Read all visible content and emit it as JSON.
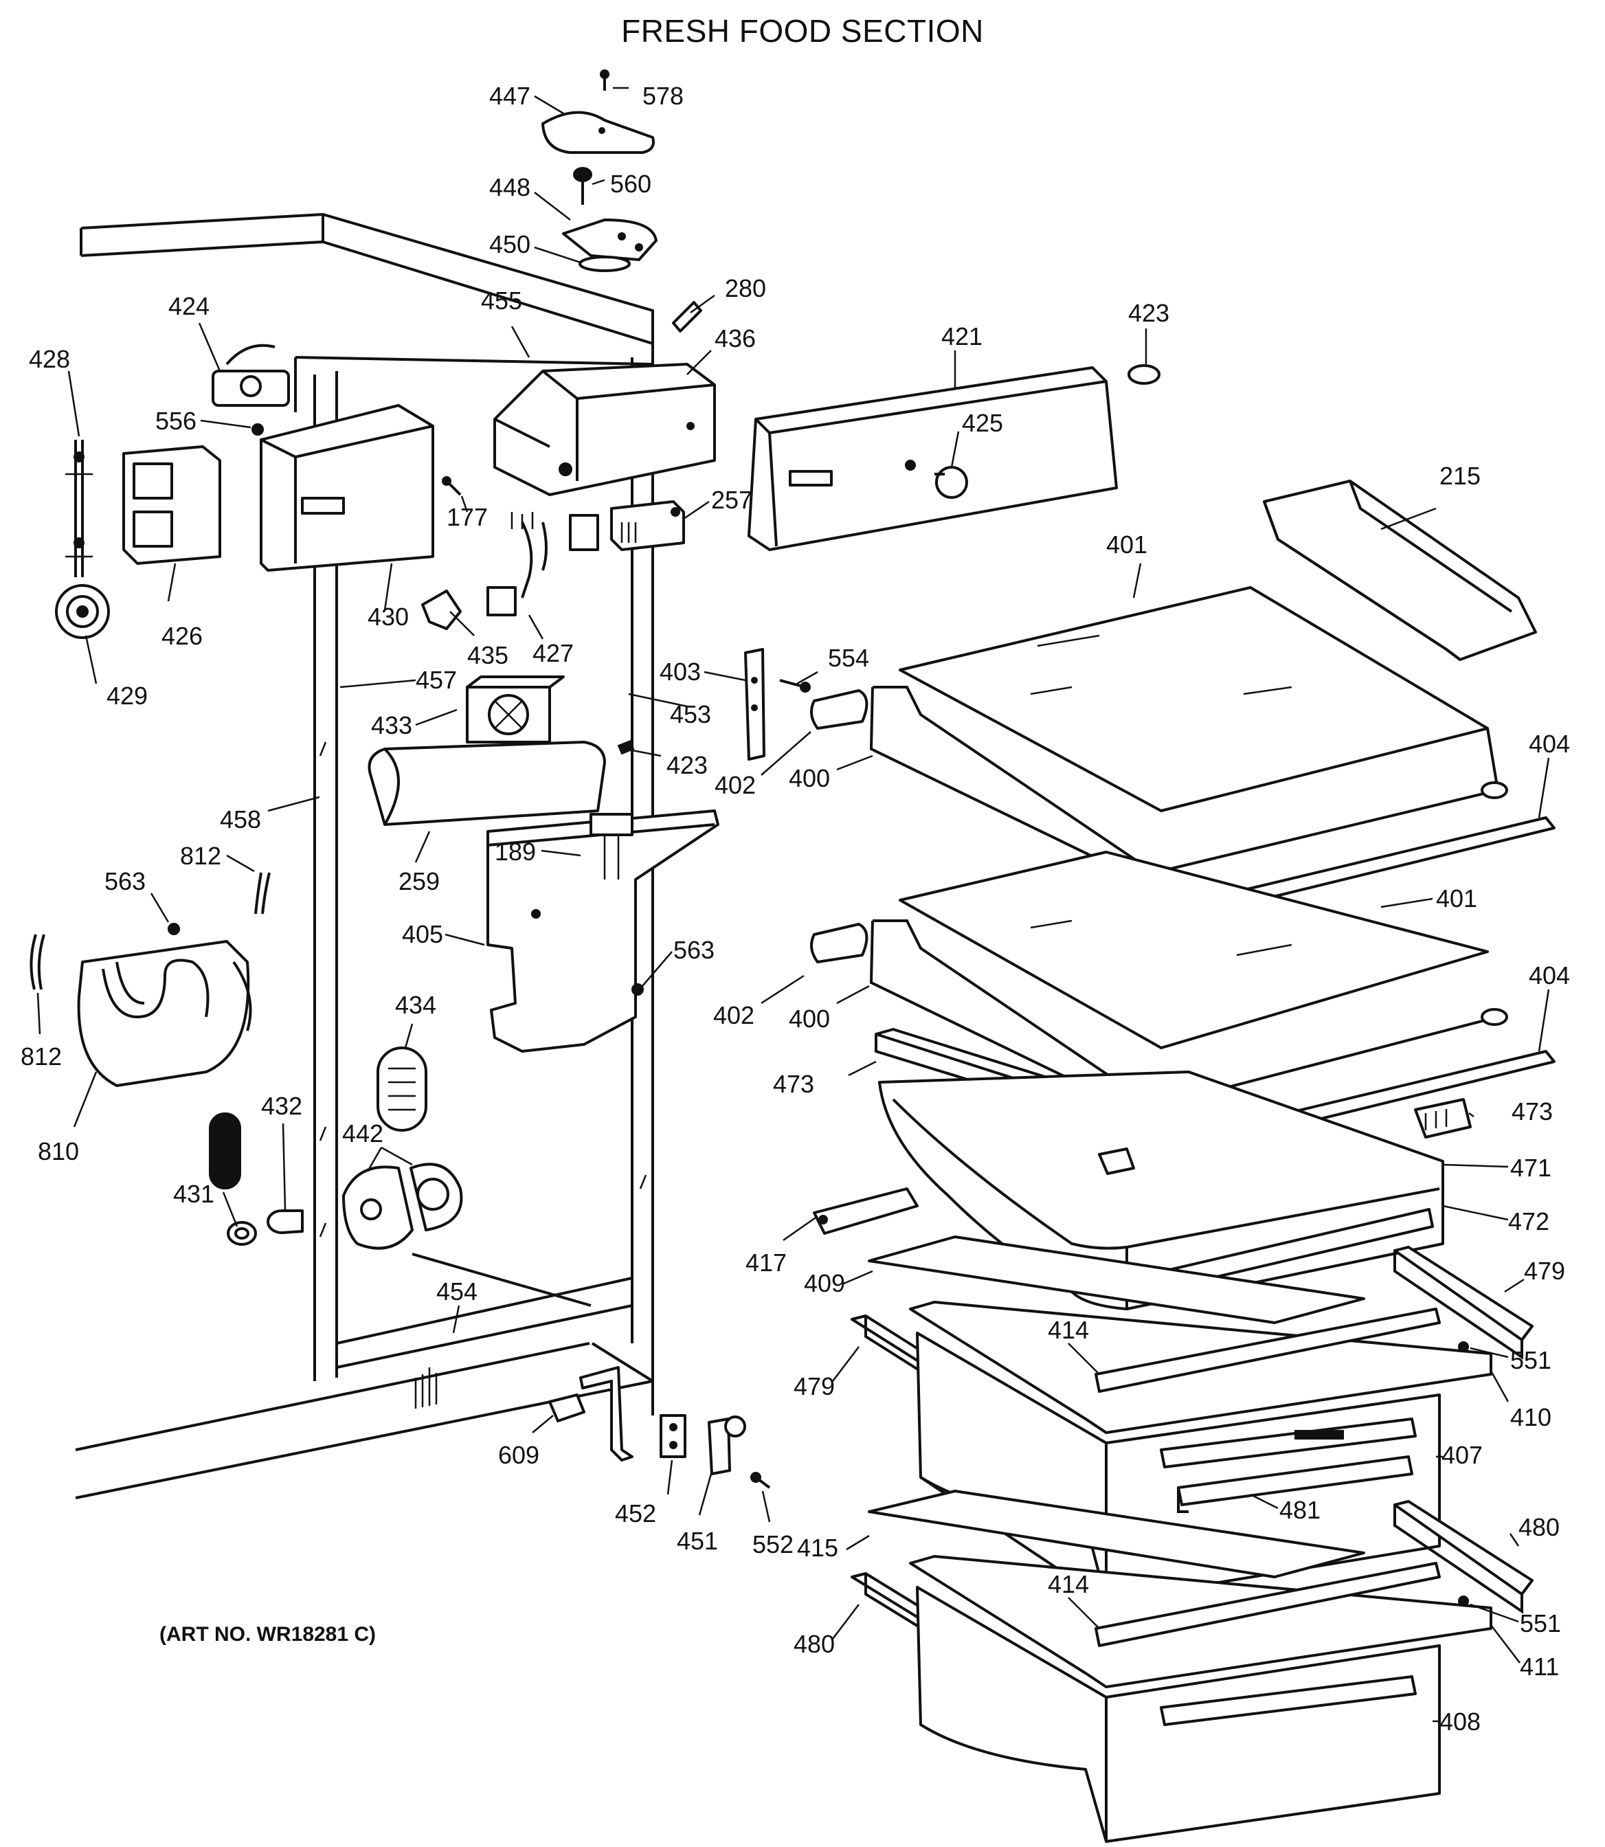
{
  "title": "FRESH FOOD SECTION",
  "art_number": "(ART NO. WR18281 C)",
  "callouts": [
    {
      "id": "c447",
      "text": "447"
    },
    {
      "id": "c578",
      "text": "578"
    },
    {
      "id": "c448",
      "text": "448"
    },
    {
      "id": "c560",
      "text": "560"
    },
    {
      "id": "c450",
      "text": "450"
    },
    {
      "id": "c280",
      "text": "280"
    },
    {
      "id": "c455",
      "text": "455"
    },
    {
      "id": "c436",
      "text": "436"
    },
    {
      "id": "c421",
      "text": "421"
    },
    {
      "id": "c423a",
      "text": "423"
    },
    {
      "id": "c424",
      "text": "424"
    },
    {
      "id": "c428",
      "text": "428"
    },
    {
      "id": "c556",
      "text": "556"
    },
    {
      "id": "c425",
      "text": "425"
    },
    {
      "id": "c215",
      "text": "215"
    },
    {
      "id": "c177",
      "text": "177"
    },
    {
      "id": "c257",
      "text": "257"
    },
    {
      "id": "c401a",
      "text": "401"
    },
    {
      "id": "c426",
      "text": "426"
    },
    {
      "id": "c430",
      "text": "430"
    },
    {
      "id": "c435",
      "text": "435"
    },
    {
      "id": "c427",
      "text": "427"
    },
    {
      "id": "c429",
      "text": "429"
    },
    {
      "id": "c457",
      "text": "457"
    },
    {
      "id": "c403",
      "text": "403"
    },
    {
      "id": "c554",
      "text": "554"
    },
    {
      "id": "c453",
      "text": "453"
    },
    {
      "id": "c433",
      "text": "433"
    },
    {
      "id": "c423b",
      "text": "423"
    },
    {
      "id": "c402a",
      "text": "402"
    },
    {
      "id": "c400a",
      "text": "400"
    },
    {
      "id": "c404a",
      "text": "404"
    },
    {
      "id": "c458",
      "text": "458"
    },
    {
      "id": "c812a",
      "text": "812"
    },
    {
      "id": "c259",
      "text": "259"
    },
    {
      "id": "c189",
      "text": "189"
    },
    {
      "id": "c563a",
      "text": "563"
    },
    {
      "id": "c401b",
      "text": "401"
    },
    {
      "id": "c405",
      "text": "405"
    },
    {
      "id": "c563b",
      "text": "563"
    },
    {
      "id": "c402b",
      "text": "402"
    },
    {
      "id": "c400b",
      "text": "400"
    },
    {
      "id": "c404b",
      "text": "404"
    },
    {
      "id": "c812b",
      "text": "812"
    },
    {
      "id": "c434",
      "text": "434"
    },
    {
      "id": "c473a",
      "text": "473"
    },
    {
      "id": "c473b",
      "text": "473"
    },
    {
      "id": "c810",
      "text": "810"
    },
    {
      "id": "c432",
      "text": "432"
    },
    {
      "id": "c442",
      "text": "442"
    },
    {
      "id": "c471",
      "text": "471"
    },
    {
      "id": "c431",
      "text": "431"
    },
    {
      "id": "c472",
      "text": "472"
    },
    {
      "id": "c417",
      "text": "417"
    },
    {
      "id": "c479a",
      "text": "479"
    },
    {
      "id": "c454",
      "text": "454"
    },
    {
      "id": "c409",
      "text": "409"
    },
    {
      "id": "c414a",
      "text": "414"
    },
    {
      "id": "c551a",
      "text": "551"
    },
    {
      "id": "c479b",
      "text": "479"
    },
    {
      "id": "c410",
      "text": "410"
    },
    {
      "id": "c609",
      "text": "609"
    },
    {
      "id": "c407",
      "text": "407"
    },
    {
      "id": "c452",
      "text": "452"
    },
    {
      "id": "c481",
      "text": "481"
    },
    {
      "id": "c451",
      "text": "451"
    },
    {
      "id": "c552",
      "text": "552"
    },
    {
      "id": "c415",
      "text": "415"
    },
    {
      "id": "c480a",
      "text": "480"
    },
    {
      "id": "c414b",
      "text": "414"
    },
    {
      "id": "c551b",
      "text": "551"
    },
    {
      "id": "c480b",
      "text": "480"
    },
    {
      "id": "c411",
      "text": "411"
    },
    {
      "id": "c408",
      "text": "408"
    }
  ]
}
